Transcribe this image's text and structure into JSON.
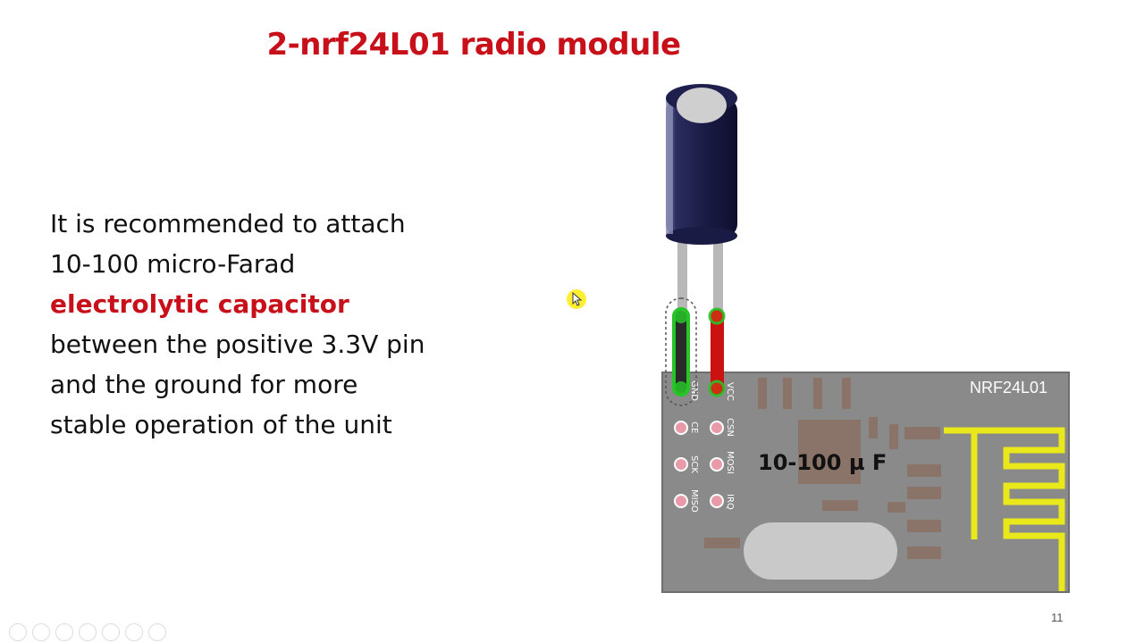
{
  "slide": {
    "title": "2-nrf24L01 radio module",
    "body_lines": [
      "It is recommended to attach",
      "10-100 micro-Farad",
      "electrolytic capacitor",
      "between the positive 3.3V pin",
      "and the ground for more",
      "stable operation of the unit"
    ],
    "slide_number": "11"
  },
  "module": {
    "name": "NRF24L01",
    "capacitor_label": "10-100 µ F",
    "pin_labels": {
      "gnd": "GND",
      "vcc": "VCC",
      "ce": "CE",
      "csn": "CSN",
      "sck": "SCK",
      "mosi": "MOSI",
      "miso": "MISO",
      "irq": "IRQ"
    }
  },
  "colors": {
    "title_red": "#c8101a",
    "board_gray": "#8a8a8a",
    "antenna_yellow": "#e8e81a",
    "capacitor_blue": "#1e1f4c",
    "gnd_wire": "#2a2a2a",
    "vcc_wire": "#cc1111",
    "cursor_highlight": "#ffeb00"
  },
  "icons": {
    "cursor": "mouse-pointer-icon",
    "toolbar": [
      "previous-icon",
      "next-icon",
      "pen-icon",
      "slides-icon",
      "zoom-icon",
      "subtitle-icon",
      "more-icon"
    ]
  }
}
